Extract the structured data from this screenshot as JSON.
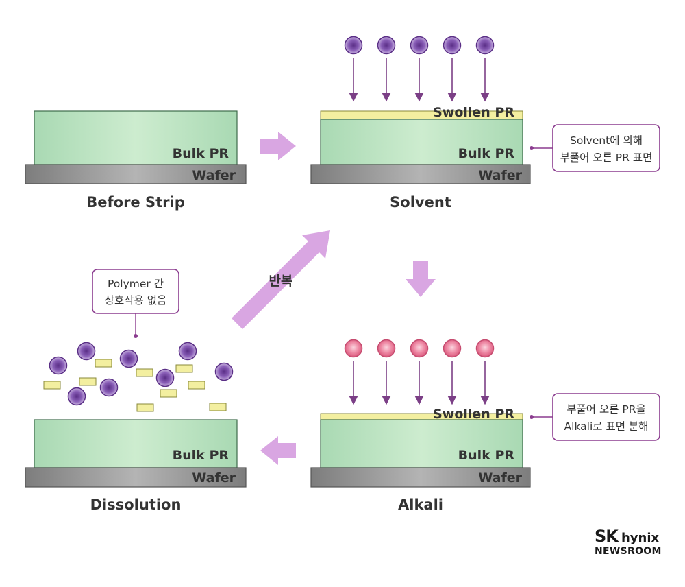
{
  "panels": {
    "before_strip": {
      "caption": "Before Strip",
      "bulk": "Bulk PR",
      "wafer": "Wafer"
    },
    "solvent": {
      "caption": "Solvent",
      "bulk": "Bulk PR",
      "wafer": "Wafer",
      "swollen": "Swollen PR",
      "note_line1": "Solvent에 의해",
      "note_line2": "부풀어 오른 PR 표면"
    },
    "alkali": {
      "caption": "Alkali",
      "bulk": "Bulk PR",
      "wafer": "Wafer",
      "swollen": "Swollen PR",
      "note_line1": "부풀어 오른 PR을",
      "note_line2": "Alkali로 표면 분해"
    },
    "dissolution": {
      "caption": "Dissolution",
      "bulk": "Bulk PR",
      "wafer": "Wafer",
      "note_line1": "Polymer 간",
      "note_line2": "상호작용 없음"
    }
  },
  "repeat_label": "반복",
  "brand": {
    "sk": "SK",
    "hynix": "hynix",
    "newsroom": "NEWSROOM"
  },
  "colors": {
    "bulk_pr": "#bfe3c4",
    "wafer": "#8a8a8a",
    "swollen_pr": "#f3efa0",
    "solvent_molecule": "#7a4a9e",
    "alkali_molecule": "#e46a8a",
    "flow_arrow": "#d9a6e2",
    "note_border": "#8b3c8f"
  }
}
